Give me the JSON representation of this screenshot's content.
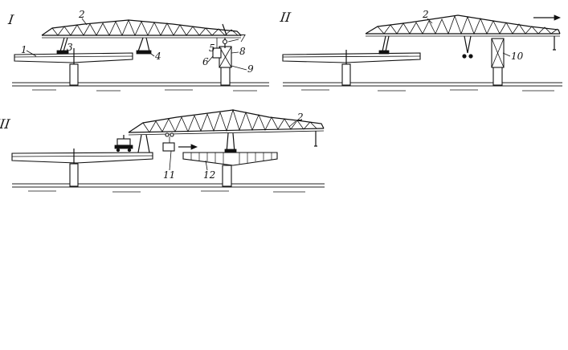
{
  "panels": [
    {
      "id": "I",
      "numeral": "I",
      "labels": [
        "1",
        "2",
        "3",
        "4",
        "5",
        "6",
        "7",
        "8",
        "9"
      ]
    },
    {
      "id": "II",
      "numeral": "II",
      "labels": [
        "2",
        "10"
      ]
    },
    {
      "id": "III",
      "numeral": "III",
      "labels": [
        "2",
        "11",
        "12"
      ]
    }
  ]
}
